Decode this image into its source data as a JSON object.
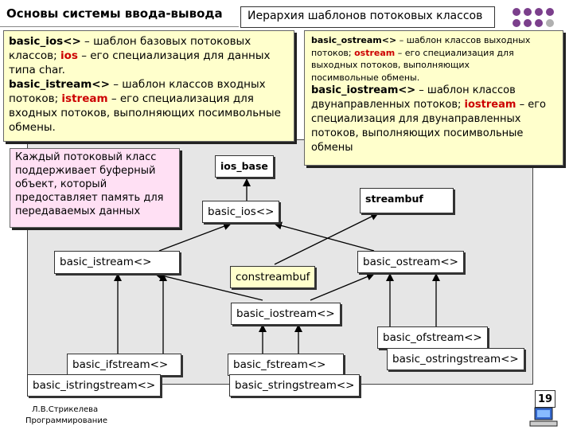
{
  "slide": {
    "title": "Основы системы ввода-вывода",
    "subtitle_box": "Иерархия шаблонов потоковых классов",
    "page_number": "19",
    "footer_author": "Л.В.Стрикелева",
    "footer_course": "Программирование"
  },
  "note_left": {
    "l1_code": "basic_ios<>",
    "l1_text": " – шаблон базовых потоковых",
    "l2a": "классов; ",
    "l2_code": "ios",
    "l2b": " – его специализация для данных",
    "l3": "типа char.",
    "l4_code": "basic_istream<>",
    "l4_text": " – шаблон классов входных",
    "l5a": "потоков; ",
    "l5_code": "istream",
    "l5b": " – его специализация для",
    "l6": "входных потоков, выполняющих посимвольные",
    "l7": "обмены."
  },
  "note_right": {
    "l1_code": "basic_ostream<>",
    "l1_text": " – шаблон классов выходных",
    "l2a": "потоков; ",
    "l2_code": "ostream",
    "l2b": " – его специализация для",
    "l3": "выходных потоков, выполняющих",
    "l4": "посимвольные обмены.",
    "l5_code": "basic_iostream<>",
    "l5_text": " – шаблон классов",
    "l6a": "двунаправленных потоков; ",
    "l6_code": "iostream",
    "l6b": " – его",
    "l7": "специализация для двунаправленных",
    "l8": "потоков, выполняющих посимвольные",
    "l9": "обмены"
  },
  "note_pink": {
    "l1": "Каждый потоковый класс",
    "l2": "поддерживает буферный",
    "l3": "объект, который",
    "l4": "предоставляет память для",
    "l5": "передаваемых данных"
  },
  "nodes": {
    "ios_base": "ios_base",
    "basic_ios": "basic_ios<>",
    "streambuf": "streambuf",
    "basic_istream": "basic_istream<>",
    "basic_ostream": "basic_ostream<>",
    "constreambuf": "constreambuf",
    "basic_iostream": "basic_iostream<>",
    "basic_ofstream": "basic_ofstream<>",
    "basic_ostringstream": "basic_ostringstream<>",
    "basic_ifstream": "basic_ifstream<>",
    "basic_fstream": "basic_fstream<>",
    "basic_istringstream": "basic_istringstream<>",
    "basic_stringstream": "basic_stringstream<>"
  },
  "colors": {
    "keyword": "#cc0000",
    "note_yellow": "#ffffcc",
    "note_pink": "#ffe0f4",
    "panel_gray": "#e6e6e6",
    "dot_purple": "#7b3f8c",
    "dot_gray": "#b0b0b0"
  }
}
